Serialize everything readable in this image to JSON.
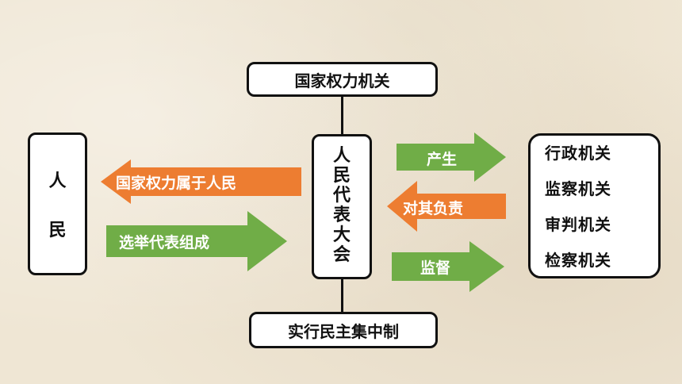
{
  "colors": {
    "green": "#70ad47",
    "orange": "#ed7d31",
    "border": "#111111"
  },
  "top_box": {
    "label": "国家权力机关"
  },
  "bottom_box": {
    "label": "实行民主集中制"
  },
  "center_box": {
    "chars": [
      "人",
      "民",
      "代",
      "表",
      "大",
      "会"
    ]
  },
  "people_box": {
    "chars": [
      "人",
      "民"
    ]
  },
  "org_box": {
    "items": [
      "行政机关",
      "监察机关",
      "审判机关",
      "检察机关"
    ]
  },
  "arrows": {
    "power_belongs": "国家权力属于人民",
    "elected": "选举代表组成",
    "produce": "产生",
    "responsible": "对其负责",
    "supervise": "监督"
  }
}
